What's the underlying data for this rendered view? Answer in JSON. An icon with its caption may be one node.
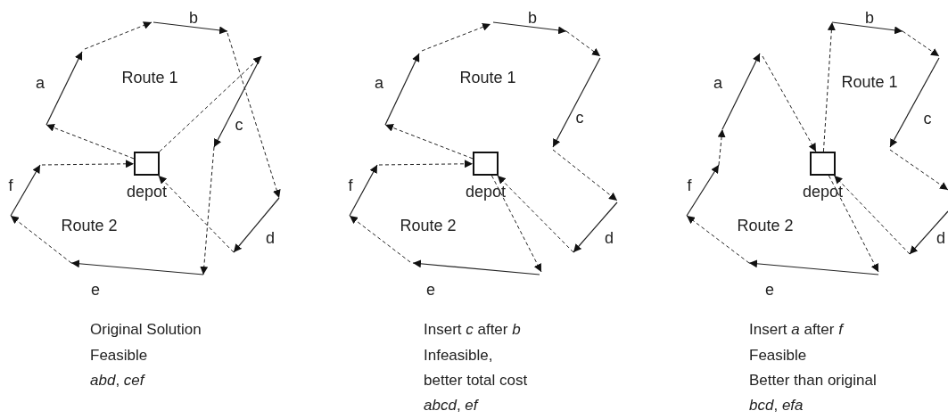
{
  "diagram": {
    "nodes": [
      {
        "text": [
          "depot"
        ]
      },
      {
        "text": [
          "depot"
        ]
      },
      {
        "text": [
          "depot"
        ]
      }
    ],
    "edges": [
      {
        "from": 0,
        "to": null,
        "arrow": "to",
        "style": "dashed"
      },
      {
        "from": null,
        "to": 0,
        "arrow": "to",
        "style": "dashed"
      },
      {
        "from": 0,
        "to": null,
        "arrow": "to",
        "style": "dashed"
      },
      {
        "from": null,
        "to": 0,
        "arrow": "to",
        "style": "dashed"
      },
      {
        "from": 1,
        "to": null,
        "arrow": "to",
        "style": "dashed"
      },
      {
        "from": null,
        "to": 1,
        "arrow": "to",
        "style": "dashed"
      },
      {
        "from": 1,
        "to": null,
        "arrow": "to",
        "style": "dashed"
      },
      {
        "from": null,
        "to": 1,
        "arrow": "to",
        "style": "dashed"
      },
      {
        "from": 2,
        "to": null,
        "arrow": "to",
        "style": "dashed"
      },
      {
        "from": 2,
        "to": null,
        "arrow": "to",
        "style": "dashed"
      },
      {
        "from": null,
        "to": 2,
        "arrow": "to",
        "style": "dashed"
      },
      {
        "from": null,
        "to": 2,
        "arrow": "to",
        "style": "dashed"
      }
    ],
    "labels": [
      "b",
      "a",
      "Route 1",
      "c",
      "f",
      "Route 2",
      "d",
      "e",
      "Original Solution",
      "Feasible",
      "*abd*, *cef*",
      "b",
      "a",
      "Route 1",
      "c",
      "f",
      "Route 2",
      "d",
      "e",
      "Insert *c* after *b*",
      "Infeasible,",
      "better total cost",
      "*abcd*, *ef*",
      "b",
      "a",
      "Route 1",
      "c",
      "f",
      "Route 2",
      "d",
      "e",
      "Insert *a* after *f*",
      "Feasible",
      "Better than original",
      "*bcd*, *efa*"
    ]
  }
}
